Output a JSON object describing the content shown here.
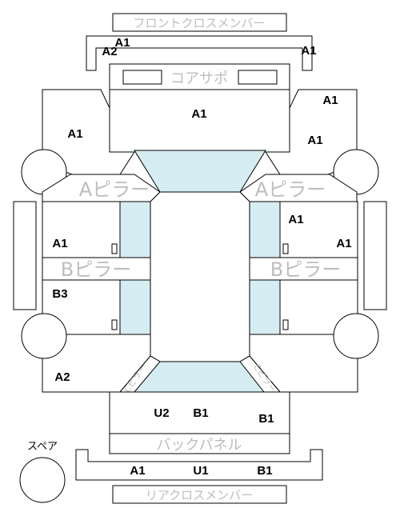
{
  "labels": {
    "front_cross_member": "フロントクロスメンバー",
    "core_support": "コアサポ",
    "a_pillar_left": "Aピラー",
    "a_pillar_right": "Aピラー",
    "b_pillar_left": "Bピラー",
    "b_pillar_right": "Bピラー",
    "back_panel": "バックパネル",
    "rear_cross_member": "リアクロスメンバー",
    "spare": "スペア",
    "c_pillar_left": "Cピラー",
    "c_pillar_right": "Cピラー"
  },
  "codes": {
    "front_cross_top": "A1",
    "front_cross_left": "A2",
    "front_cross_right": "A1",
    "core_support_center": "A1",
    "front_left_fender": "A1",
    "front_right_upper": "A1",
    "front_right_fender": "A1",
    "front_left_door": "A1",
    "front_right_door": "A1",
    "front_right_door_outer": "A1",
    "rear_left_door": "B3",
    "rear_left_quarter": "A2",
    "trunk_left": "U2",
    "trunk_center": "B1",
    "trunk_right": "B1",
    "rear_cross_left": "A1",
    "rear_cross_center": "U1",
    "rear_cross_right": "B1"
  },
  "colors": {
    "line": "#000000",
    "glass": "#d6ecf3",
    "muted_label": "#bdbdbd"
  }
}
